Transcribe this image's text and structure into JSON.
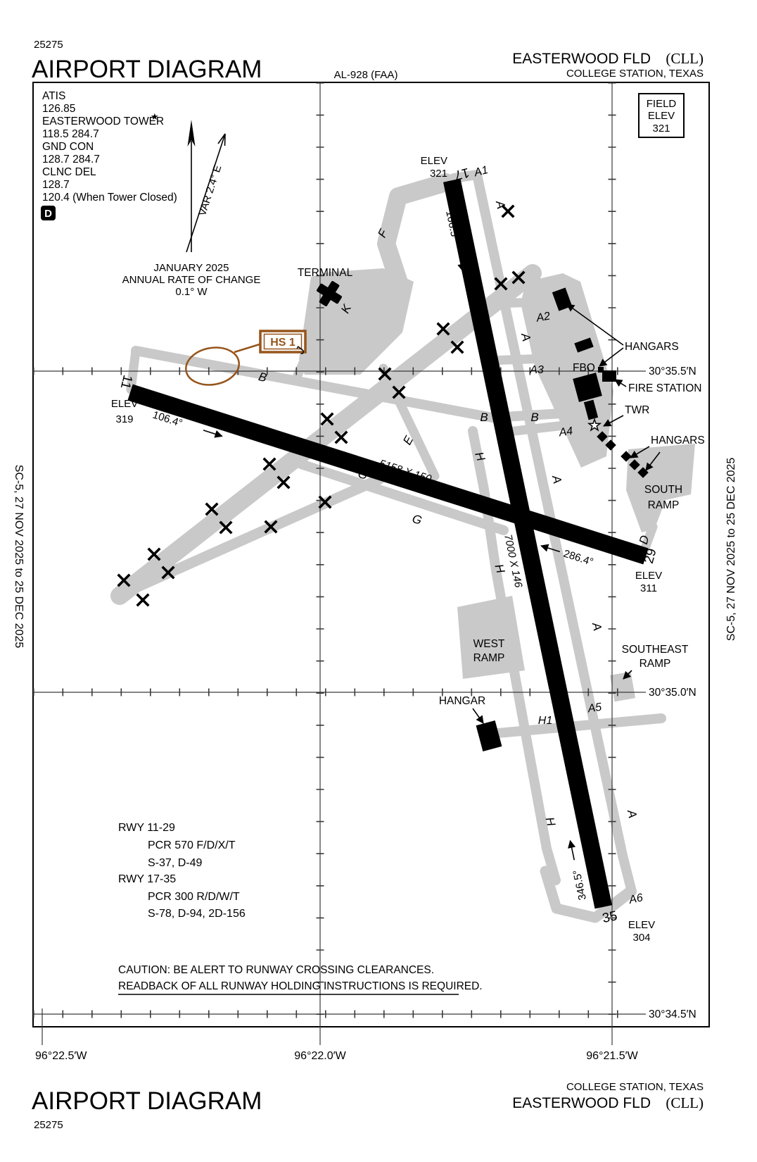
{
  "header": {
    "chart_id": "25275",
    "title": "AIRPORT DIAGRAM",
    "al_id": "AL-928 (FAA)",
    "airport_name": "EASTERWOOD FLD",
    "airport_icao": "(CLL)",
    "airport_city": "COLLEGE STATION, TEXAS"
  },
  "field_elev": {
    "l1": "FIELD",
    "l2": "ELEV",
    "value": "321"
  },
  "comm": {
    "atis_label": "ATIS",
    "atis": "126.85",
    "tower_label": "EASTERWOOD TOWER",
    "tower_star": "★",
    "tower": "118.5  284.7",
    "gnd_label": "GND CON",
    "gnd": "128.7  284.7",
    "clnc_label": "CLNC DEL",
    "clnc": "128.7",
    "clnc_closed": "120.4 (When Tower Closed)",
    "d_badge": "D"
  },
  "variation": {
    "label": "VAR 2.4° E",
    "date": "JANUARY 2025",
    "rate_line1": "ANNUAL RATE OF CHANGE",
    "rate_line2": "0.1° W"
  },
  "hot_spot": {
    "label": "HS 1"
  },
  "terminal_label": "TERMINAL",
  "taxiways": {
    "a": "A",
    "a1": "A1",
    "a2": "A2",
    "a3": "A3",
    "a4": "A4",
    "a5": "A5",
    "a6": "A6",
    "b": "B",
    "d": "D",
    "e": "E",
    "f": "F",
    "g": "G",
    "h": "H",
    "h1": "H1",
    "j": "J",
    "k": "K"
  },
  "runways": {
    "elev_label": "ELEV",
    "r1129": {
      "num11": "11",
      "num29": "29",
      "dims": "5158 X 150",
      "hdg11": "106.4°",
      "hdg29": "286.4°",
      "elev11": "319",
      "elev29": "311"
    },
    "r1735": {
      "num17": "17",
      "num35": "35",
      "dims": "7000 X 146",
      "hdg17": "166.5°",
      "hdg35": "346.5°",
      "elev17": "321",
      "elev35": "304"
    }
  },
  "facilities": {
    "fbo": "FBO",
    "twr": "TWR",
    "fire_station": "FIRE STATION",
    "hangars_ne": "HANGARS",
    "hangars_se": "HANGARS",
    "hangar_s": "HANGAR",
    "south_ramp_l1": "SOUTH",
    "south_ramp_l2": "RAMP",
    "west_ramp_l1": "WEST",
    "west_ramp_l2": "RAMP",
    "se_ramp_l1": "SOUTHEAST",
    "se_ramp_l2": "RAMP"
  },
  "grid": {
    "lat1": "30°35.5′N",
    "lat2": "30°35.0′N",
    "lat3": "30°34.5′N",
    "lon1": "96°22.5′W",
    "lon2": "96°22.0′W",
    "lon3": "96°21.5′W"
  },
  "rwy_data": {
    "l1": "RWY 11-29",
    "l2": "PCR 570 F/D/X/T",
    "l3": "S-37, D-49",
    "l4": "RWY 17-35",
    "l5": "PCR 300 R/D/W/T",
    "l6": "S-78, D-94, 2D-156"
  },
  "caution": {
    "l1": "CAUTION: BE ALERT TO RUNWAY CROSSING CLEARANCES.",
    "l2": "READBACK OF ALL RUNWAY HOLDING INSTRUCTIONS IS REQUIRED."
  },
  "margin_note": "SC-5,  27 NOV 2025  to  25 DEC 2025",
  "footer": {
    "title": "AIRPORT DIAGRAM",
    "chart_id": "25275",
    "city": "COLLEGE STATION, TEXAS",
    "airport_name": "EASTERWOOD FLD",
    "airport_icao": "(CLL)"
  },
  "colors": {
    "pavement_gray": "#c9c9c9",
    "hot_spot_brown": "#96551c",
    "ink": "#000000"
  }
}
